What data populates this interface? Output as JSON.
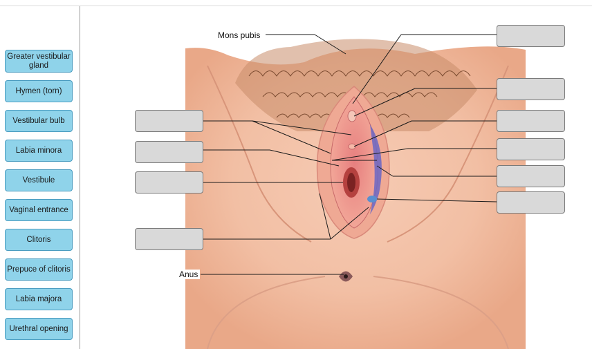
{
  "terms": [
    "Greater vestibular gland",
    "Hymen (torn)",
    "Vestibular bulb",
    "Labia minora",
    "Vestibule",
    "Vaginal entrance",
    "Clitoris",
    "Prepuce of clitoris",
    "Labia majora",
    "Urethral opening"
  ],
  "figure_labels": {
    "mons_pubis": "Mons pubis",
    "anus": "Anus"
  }
}
